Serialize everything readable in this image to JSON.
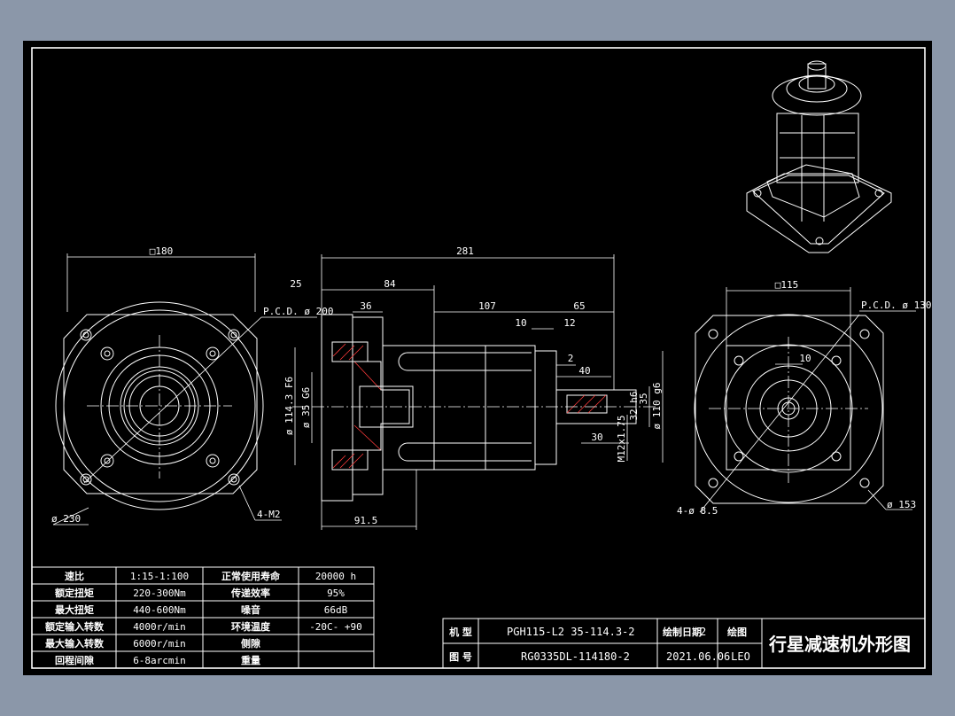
{
  "dimensions": {
    "left_square": "□180",
    "left_pcd": "P.C.D. ø 200",
    "left_od": "ø 230",
    "left_holes": "4-M2",
    "overall_len": "281",
    "flange_25": "25",
    "seg_84": "84",
    "seg_36": "36",
    "seg_107": "107",
    "seg_65": "65",
    "seg_10": "10",
    "seg_12": "12",
    "seg_2": "2",
    "seg_40": "40",
    "seg_30": "30",
    "bottom_len": "91.5",
    "bore_main": "ø 114.3 F6",
    "bore_small": "ø 35 G6",
    "shaft_32": "32 h6",
    "shaft_35": "35",
    "shaft_110": "ø 110 g6",
    "thread": "M12x1.75",
    "right_square": "□115",
    "right_pcd": "P.C.D. ø 130",
    "right_key": "10",
    "right_holes": "4-ø 8.5",
    "right_od": "ø 153"
  },
  "spec_table": {
    "rows": [
      {
        "k1": "速比",
        "v1": "1:15-1:100",
        "k2": "正常使用寿命",
        "v2": "20000 h"
      },
      {
        "k1": "额定扭矩",
        "v1": "220-300Nm",
        "k2": "传递效率",
        "v2": "95%"
      },
      {
        "k1": "最大扭矩",
        "v1": "440-600Nm",
        "k2": "噪音",
        "v2": "66dB"
      },
      {
        "k1": "额定输入转数",
        "v1": "4000r/min",
        "k2": "环境温度",
        "v2": "-20C- +90"
      },
      {
        "k1": "最大输入转数",
        "v1": "6000r/min",
        "k2": "侧隙",
        "v2": ""
      },
      {
        "k1": "回程间隙",
        "v1": "6-8arcmin",
        "k2": "重量",
        "v2": ""
      }
    ]
  },
  "title_block": {
    "model_label": "机 型",
    "model_value": "PGH115-L2 35-114.3-2",
    "drawing_no_label": "图 号",
    "drawing_no_value": "RG0335DL-114180-2",
    "date_label": "绘制日期",
    "date_overlap": "2",
    "date_value": "2021.06.06",
    "drawn_label": "绘图",
    "drawn_value": "LEO",
    "title": "行星减速机外形图"
  },
  "colors": {
    "background": "#8b97a9",
    "sheet": "#000000",
    "lines": "#ffffff",
    "hatch": "#ff3b3b"
  }
}
